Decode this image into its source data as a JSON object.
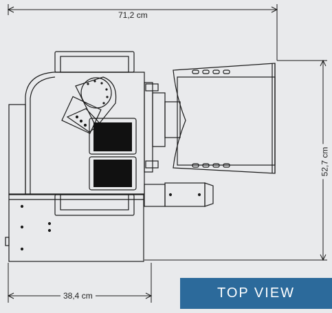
{
  "dimensions": {
    "overall_width": "71,2 cm",
    "overall_depth": "52,7 cm",
    "base_width": "38,4 cm"
  },
  "view_label": "TOP VIEW",
  "colors": {
    "background": "#e9eaec",
    "line": "#1a1a1a",
    "badge": "#2c6a9b",
    "badge_text": "#ffffff"
  }
}
